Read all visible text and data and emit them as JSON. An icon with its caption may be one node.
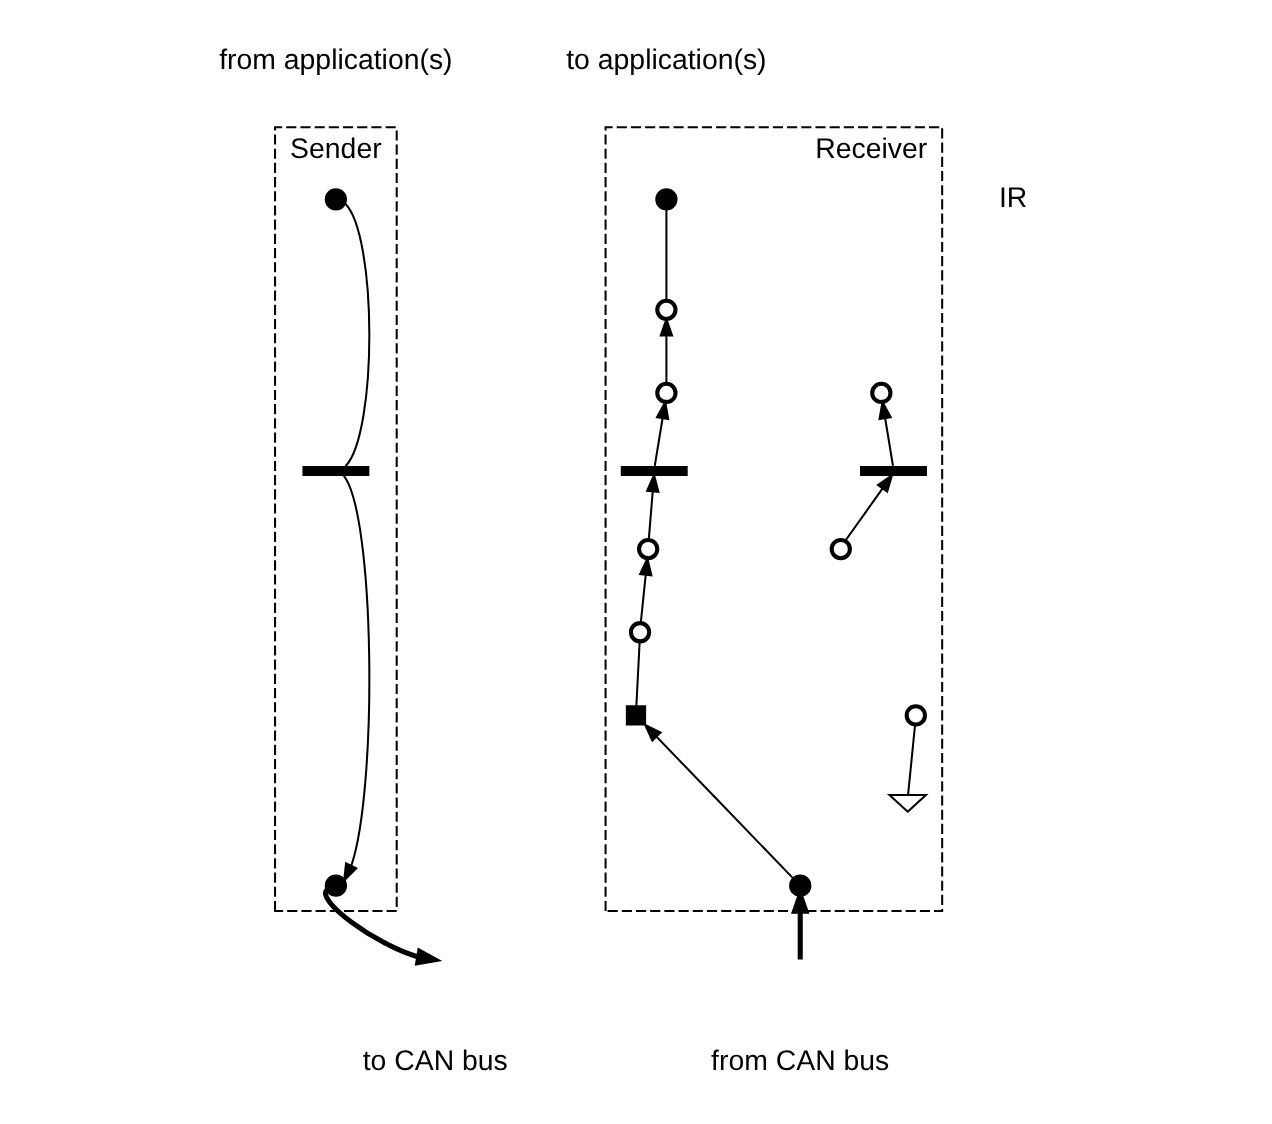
{
  "diagram": {
    "nodes": [
      {
        "text": [
          "Sender"
        ]
      },
      {
        "text": [
          "Receiver"
        ]
      },
      {
        "text": [],
        "shape": "circle",
        "in": 0
      },
      {
        "text": [],
        "shape": "bar",
        "in": 0
      },
      {
        "text": [],
        "shape": "circle",
        "in": 0
      },
      {
        "text": [],
        "shape": "circle",
        "in": 1
      },
      {
        "text": [],
        "shape": "circle",
        "in": 1
      },
      {
        "text": [],
        "shape": "circle",
        "in": 1
      },
      {
        "text": [],
        "shape": "circle",
        "in": 1
      },
      {
        "text": [],
        "shape": "bar",
        "in": 1
      },
      {
        "text": [],
        "shape": "bar",
        "in": 1
      },
      {
        "text": [],
        "shape": "circle",
        "in": 1
      },
      {
        "text": [],
        "shape": "circle",
        "in": 1
      },
      {
        "text": [],
        "shape": "circle",
        "in": 1
      },
      {
        "text": [],
        "shape": "box",
        "in": 1
      },
      {
        "text": [],
        "shape": "circle",
        "in": 1
      },
      {
        "text": [],
        "shape": "circle",
        "in": 1
      },
      {
        "text": [],
        "shape": "ground",
        "in": 1
      }
    ],
    "edges": [
      {
        "from": 2,
        "to": 3,
        "arrow": "none"
      },
      {
        "from": 3,
        "to": 4,
        "arrow": "to"
      },
      {
        "from": 4,
        "to": null,
        "arrow": "to",
        "style": "thick"
      },
      {
        "from": null,
        "to": 15,
        "arrow": "to",
        "style": "thick"
      },
      {
        "from": 15,
        "to": 14,
        "arrow": "to"
      },
      {
        "from": 14,
        "to": 13,
        "arrow": "none"
      },
      {
        "from": 13,
        "to": 11,
        "arrow": "to"
      },
      {
        "from": 11,
        "to": 9,
        "arrow": "to"
      },
      {
        "from": 9,
        "to": 7,
        "arrow": "to"
      },
      {
        "from": 7,
        "to": 6,
        "arrow": "to"
      },
      {
        "from": 6,
        "to": 5,
        "arrow": "none"
      },
      {
        "from": 12,
        "to": 10,
        "arrow": "to"
      },
      {
        "from": 10,
        "to": 8,
        "arrow": "to"
      },
      {
        "from": 17,
        "to": 16,
        "arrow": "none"
      }
    ],
    "labels": [
      "from application(s)",
      "to application(s)",
      "IR",
      "to CAN bus",
      "from CAN bus"
    ]
  }
}
